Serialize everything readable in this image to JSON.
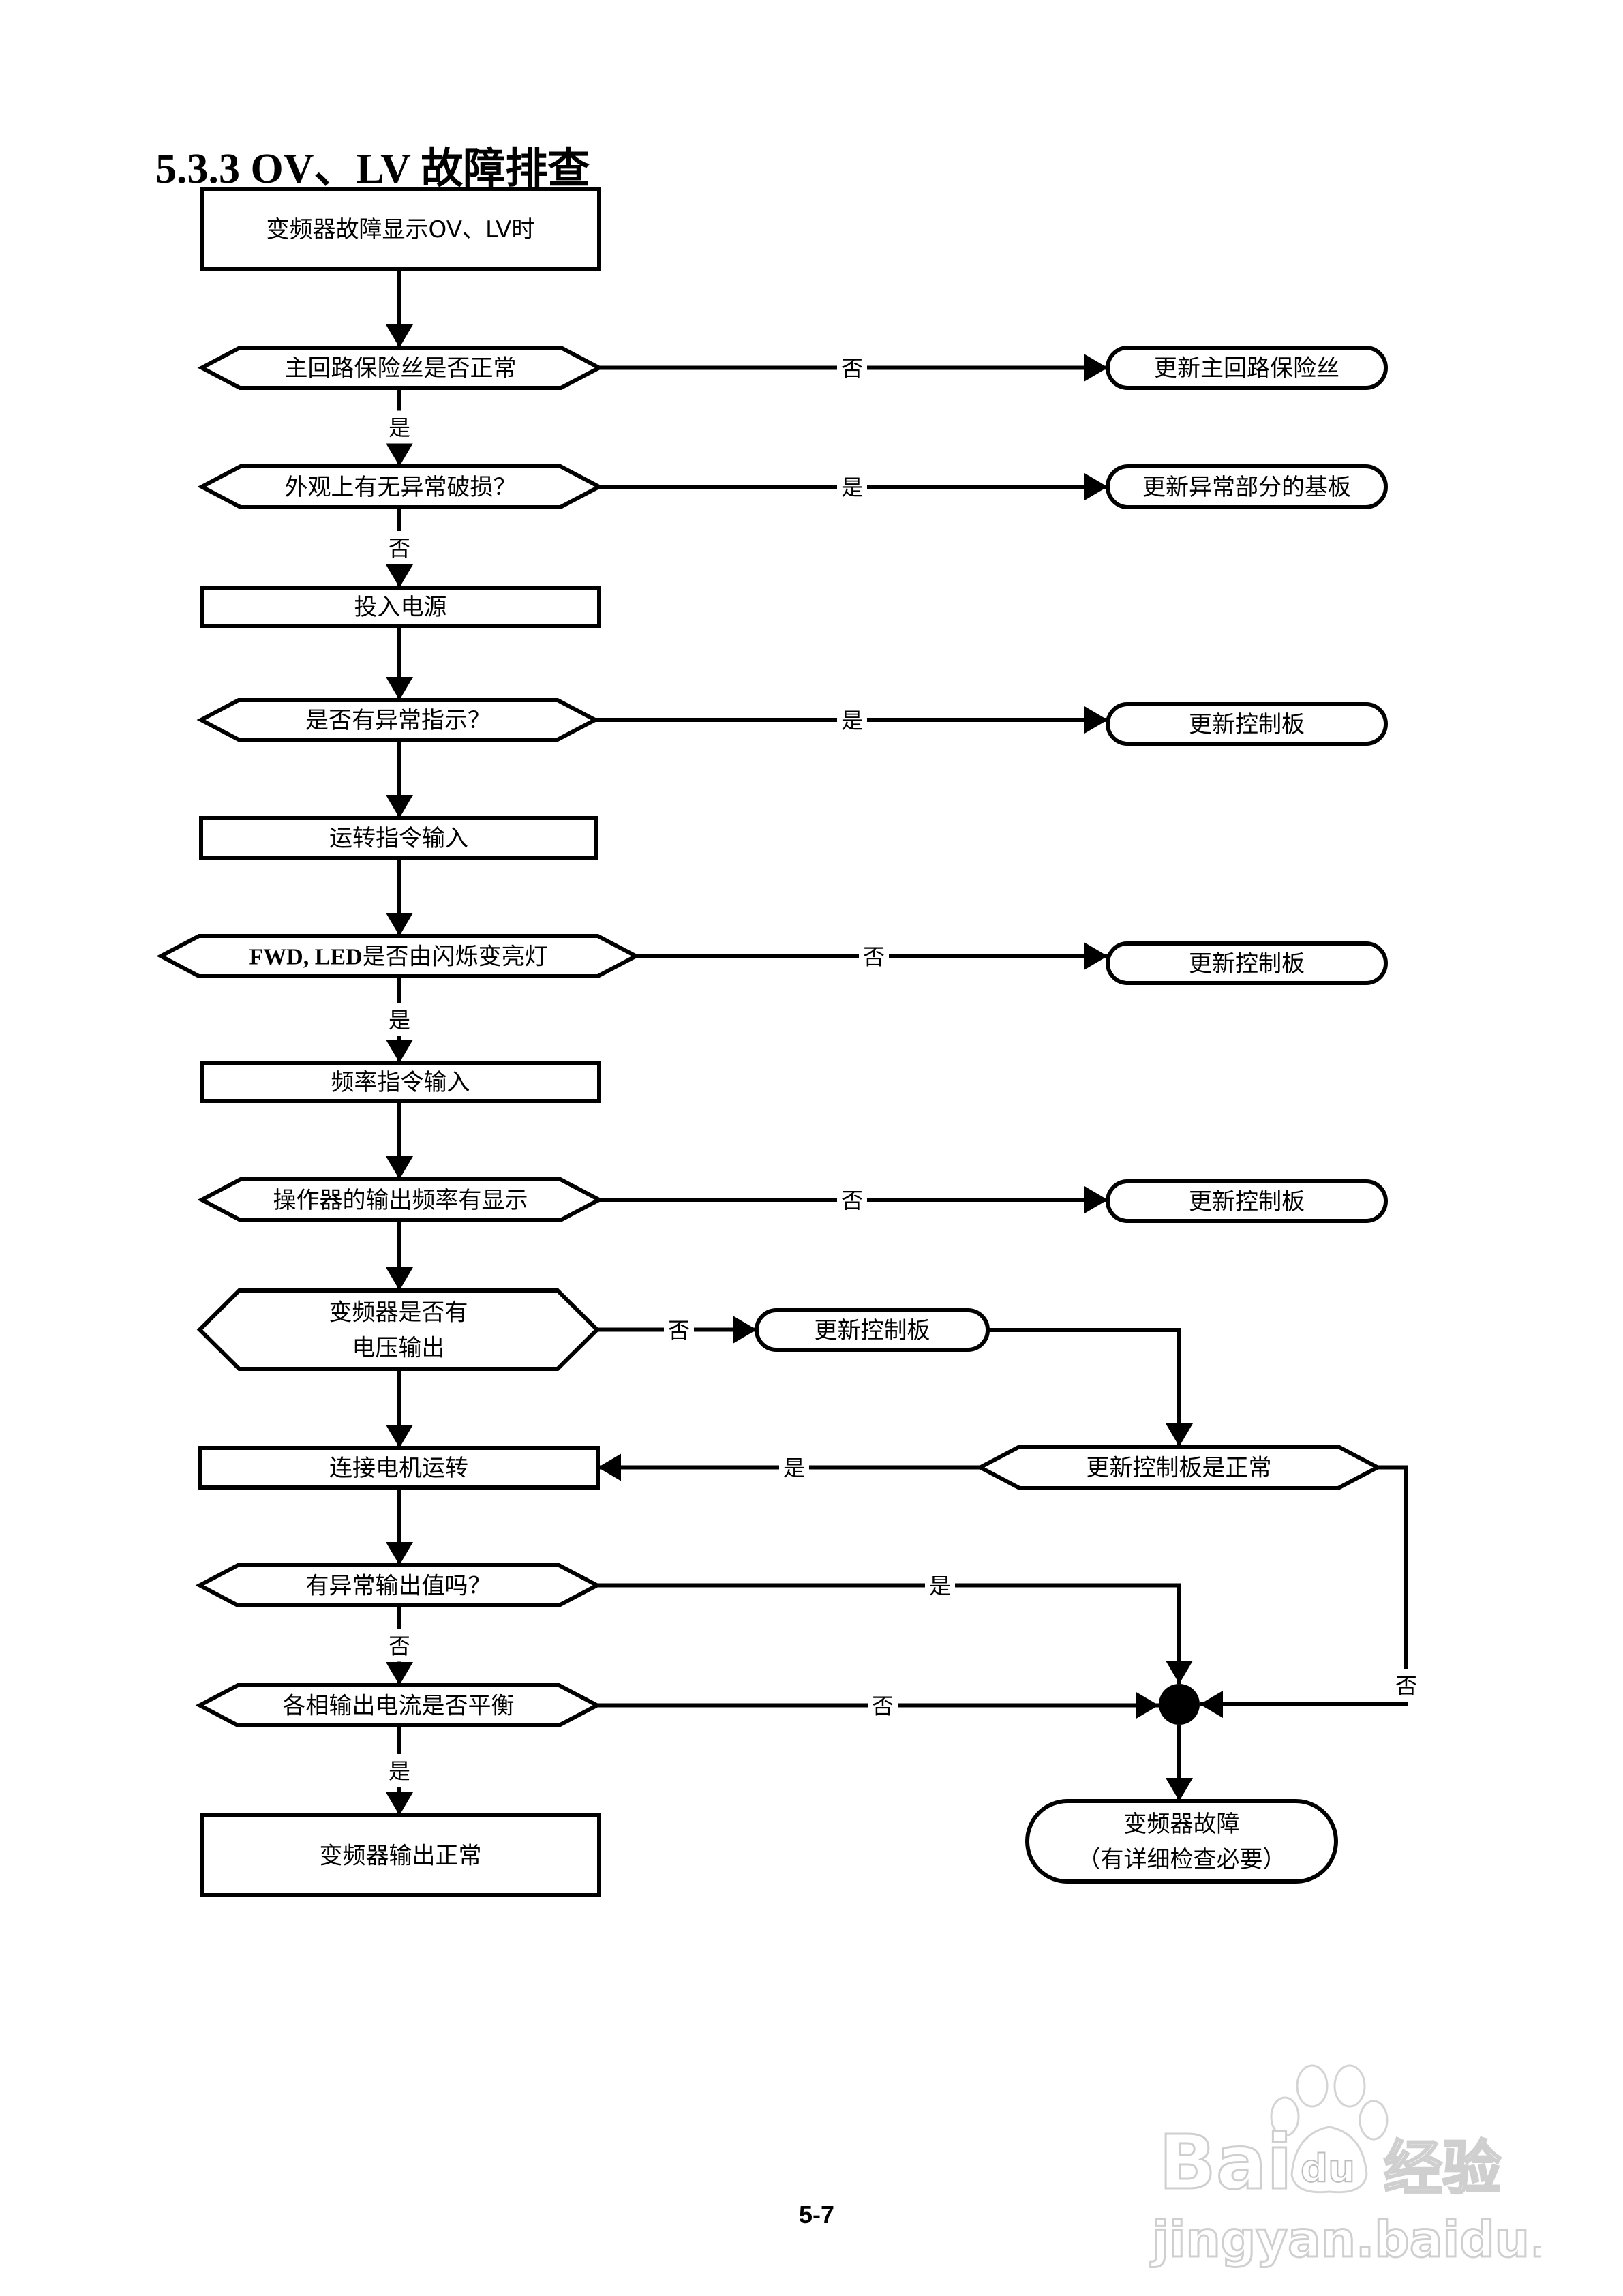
{
  "page": {
    "title": "5.3.3 OV、LV 故障排查",
    "page_number": "5-7"
  },
  "flowchart": {
    "nodes": {
      "start": {
        "type": "process",
        "lines": [
          "变频器故障显示OV、LV时"
        ]
      },
      "d_fuse": {
        "type": "decision",
        "lines": [
          "主回路保险丝是否正常"
        ]
      },
      "t_fuse": {
        "type": "terminal",
        "lines": [
          "更新主回路保险丝"
        ]
      },
      "d_damage": {
        "type": "decision",
        "lines": [
          "外观上有无异常破损？"
        ]
      },
      "t_board": {
        "type": "terminal",
        "lines": [
          "更新异常部分的基板"
        ]
      },
      "p_power": {
        "type": "process",
        "lines": [
          "投入电源"
        ]
      },
      "d_indicator": {
        "type": "decision",
        "lines": [
          "是否有异常指示？"
        ]
      },
      "t_ctrl1": {
        "type": "terminal",
        "lines": [
          "更新控制板"
        ]
      },
      "p_run": {
        "type": "process",
        "lines": [
          "运转指令输入"
        ]
      },
      "d_fwd": {
        "type": "decision",
        "lines": [
          "FWD, LED是否由闪烁变亮灯"
        ],
        "bold_prefix": "FWD, LED",
        "rest": "是否由闪烁变亮灯"
      },
      "t_ctrl2": {
        "type": "terminal",
        "lines": [
          "更新控制板"
        ]
      },
      "p_freq": {
        "type": "process",
        "lines": [
          "频率指令输入"
        ]
      },
      "d_display": {
        "type": "decision",
        "lines": [
          "操作器的输出频率有显示"
        ]
      },
      "t_ctrl3": {
        "type": "terminal",
        "lines": [
          "更新控制板"
        ]
      },
      "d_voltage": {
        "type": "decision",
        "lines": [
          "变频器是否有",
          "电压输出"
        ]
      },
      "t_ctrl4": {
        "type": "terminal",
        "lines": [
          "更新控制板"
        ]
      },
      "p_motor": {
        "type": "process",
        "lines": [
          "连接电机运转"
        ]
      },
      "d_ctrl_ok": {
        "type": "decision",
        "lines": [
          "更新控制板是正常"
        ]
      },
      "d_abnormal": {
        "type": "decision",
        "lines": [
          "有异常输出值吗？"
        ]
      },
      "d_balance": {
        "type": "decision",
        "lines": [
          "各相输出电流是否平衡"
        ]
      },
      "junction": {
        "type": "connector",
        "lines": []
      },
      "end_ok": {
        "type": "process",
        "lines": [
          "变频器输出正常"
        ]
      },
      "end_fault": {
        "type": "terminal",
        "lines": [
          "变频器故障",
          "（有详细检查必要）"
        ]
      }
    },
    "edges": [
      {
        "from": "start",
        "to": "d_fuse",
        "label": ""
      },
      {
        "from": "d_fuse",
        "to": "t_fuse",
        "label": "否"
      },
      {
        "from": "d_fuse",
        "to": "d_damage",
        "label": "是"
      },
      {
        "from": "d_damage",
        "to": "t_board",
        "label": "是"
      },
      {
        "from": "d_damage",
        "to": "p_power",
        "label": "否"
      },
      {
        "from": "p_power",
        "to": "d_indicator",
        "label": ""
      },
      {
        "from": "d_indicator",
        "to": "t_ctrl1",
        "label": "是"
      },
      {
        "from": "d_indicator",
        "to": "p_run",
        "label": ""
      },
      {
        "from": "p_run",
        "to": "d_fwd",
        "label": ""
      },
      {
        "from": "d_fwd",
        "to": "t_ctrl2",
        "label": "否"
      },
      {
        "from": "d_fwd",
        "to": "p_freq",
        "label": "是"
      },
      {
        "from": "p_freq",
        "to": "d_display",
        "label": ""
      },
      {
        "from": "d_display",
        "to": "t_ctrl3",
        "label": "否"
      },
      {
        "from": "d_display",
        "to": "d_voltage",
        "label": ""
      },
      {
        "from": "d_voltage",
        "to": "t_ctrl4",
        "label": "否"
      },
      {
        "from": "d_voltage",
        "to": "p_motor",
        "label": ""
      },
      {
        "from": "t_ctrl4",
        "to": "d_ctrl_ok",
        "label": ""
      },
      {
        "from": "d_ctrl_ok",
        "to": "p_motor",
        "label": "是"
      },
      {
        "from": "d_ctrl_ok",
        "to": "junction",
        "label": "否"
      },
      {
        "from": "p_motor",
        "to": "d_abnormal",
        "label": ""
      },
      {
        "from": "d_abnormal",
        "to": "junction",
        "label": "是"
      },
      {
        "from": "d_abnormal",
        "to": "d_balance",
        "label": "否"
      },
      {
        "from": "d_balance",
        "to": "junction",
        "label": "否"
      },
      {
        "from": "d_balance",
        "to": "end_ok",
        "label": "是"
      },
      {
        "from": "junction",
        "to": "end_fault",
        "label": ""
      }
    ]
  },
  "watermark": {
    "brand": "Bai",
    "paw_text": "du",
    "cn_text": "经验",
    "url": "jingyan.baidu.com",
    "icon": "baidu-paw-icon"
  }
}
